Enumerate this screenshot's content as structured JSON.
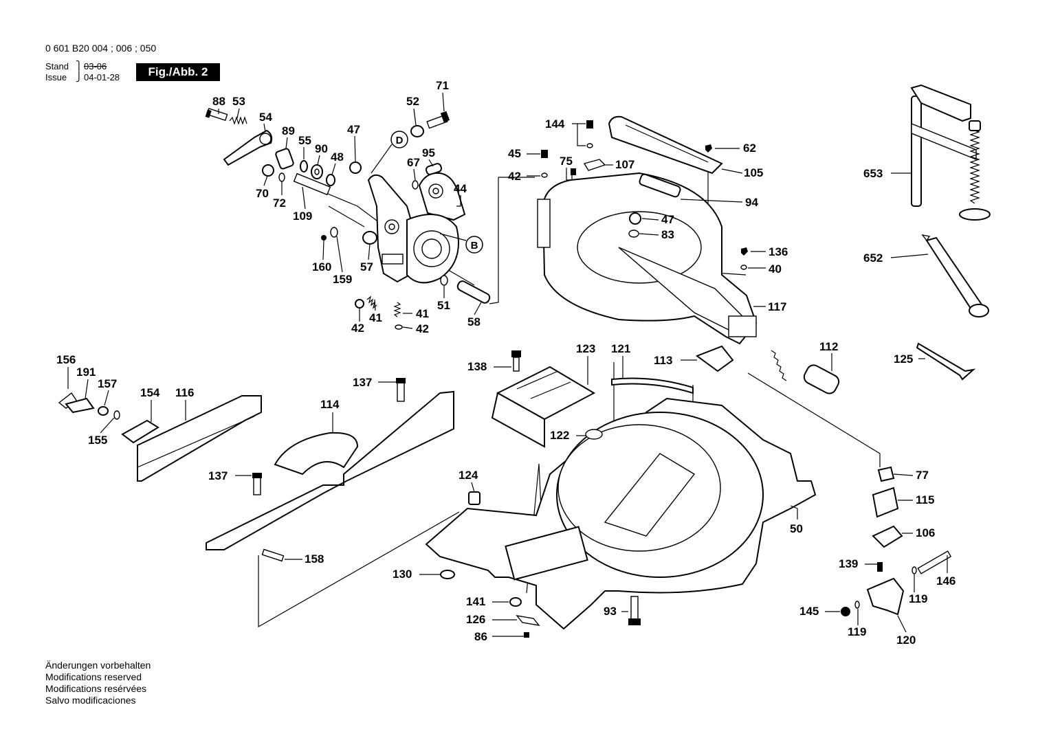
{
  "header": {
    "code": "0 601 B20 004 ; 006 ; 050",
    "stand_label": "Stand",
    "issue_label": "Issue",
    "stand_value": "03-06",
    "issue_value": "04-01-28",
    "figure_badge": "Fig./Abb. 2"
  },
  "footer_notes": [
    "Änderungen vorbehalten",
    "Modifications reserved",
    "Modifications resérvées",
    "Salvo modificaciones"
  ],
  "callouts": [
    "D",
    "B"
  ],
  "part_numbers": [
    "88",
    "53",
    "54",
    "89",
    "55",
    "90",
    "48",
    "47",
    "52",
    "71",
    "67",
    "95",
    "44",
    "70",
    "72",
    "109",
    "160",
    "159",
    "57",
    "42",
    "41",
    "41",
    "42",
    "51",
    "58",
    "144",
    "45",
    "42",
    "75",
    "107",
    "62",
    "105",
    "94",
    "47",
    "83",
    "136",
    "40",
    "117",
    "112",
    "113",
    "653",
    "652",
    "125",
    "156",
    "191",
    "157",
    "154",
    "116",
    "155",
    "137",
    "114",
    "137",
    "158",
    "138",
    "123",
    "121",
    "122",
    "124",
    "130",
    "141",
    "126",
    "86",
    "93",
    "50",
    "77",
    "115",
    "106",
    "139",
    "146",
    "119",
    "145",
    "119",
    "120"
  ]
}
